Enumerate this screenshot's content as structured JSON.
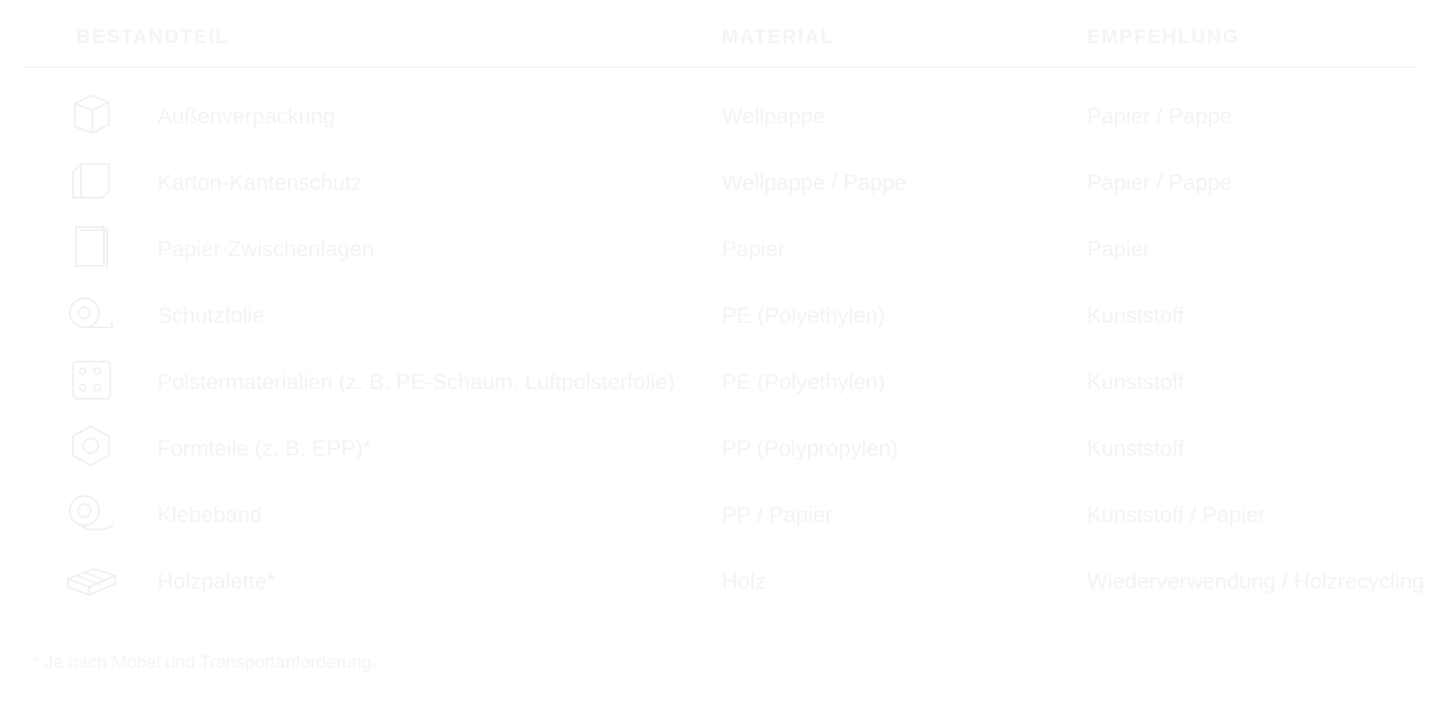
{
  "header": {
    "col1": "BESTANDTEIL",
    "col2": "MATERIAL",
    "col3": "EMPFEHLUNG"
  },
  "rows": [
    {
      "icon": "box-icon",
      "part": "Außenverpackung",
      "material": "Wellpappe",
      "recommendation": "Papier / Pappe"
    },
    {
      "icon": "edge-protector-icon",
      "part": "Karton-Kantenschutz",
      "material": "Wellpappe / Pappe",
      "recommendation": "Papier / Pappe"
    },
    {
      "icon": "paper-sheet-icon",
      "part": "Papier-Zwischenlagen",
      "material": "Papier",
      "recommendation": "Papier"
    },
    {
      "icon": "film-roll-icon",
      "part": "Schutzfolie",
      "material": "PE (Polyethylen)",
      "recommendation": "Kunststoff"
    },
    {
      "icon": "bubble-wrap-icon",
      "part": "Polstermaterialien (z. B. PE-Schaum, Luftpolsterfolie)",
      "material": "PE (Polyethylen)",
      "recommendation": "Kunststoff"
    },
    {
      "icon": "hexagon-icon",
      "part": "Formteile (z. B. EPP)*",
      "material": "PP (Polypropylen)",
      "recommendation": "Kunststoff"
    },
    {
      "icon": "tape-roll-icon",
      "part": "Klebeband",
      "material": "PP / Papier",
      "recommendation": "Kunststoff / Papier"
    },
    {
      "icon": "pallet-icon",
      "part": "Holzpalette*",
      "material": "Holz",
      "recommendation": "Wiederverwendung / Holzrecycling"
    }
  ],
  "footnote": "* Je nach Möbel und Transportanforderung."
}
